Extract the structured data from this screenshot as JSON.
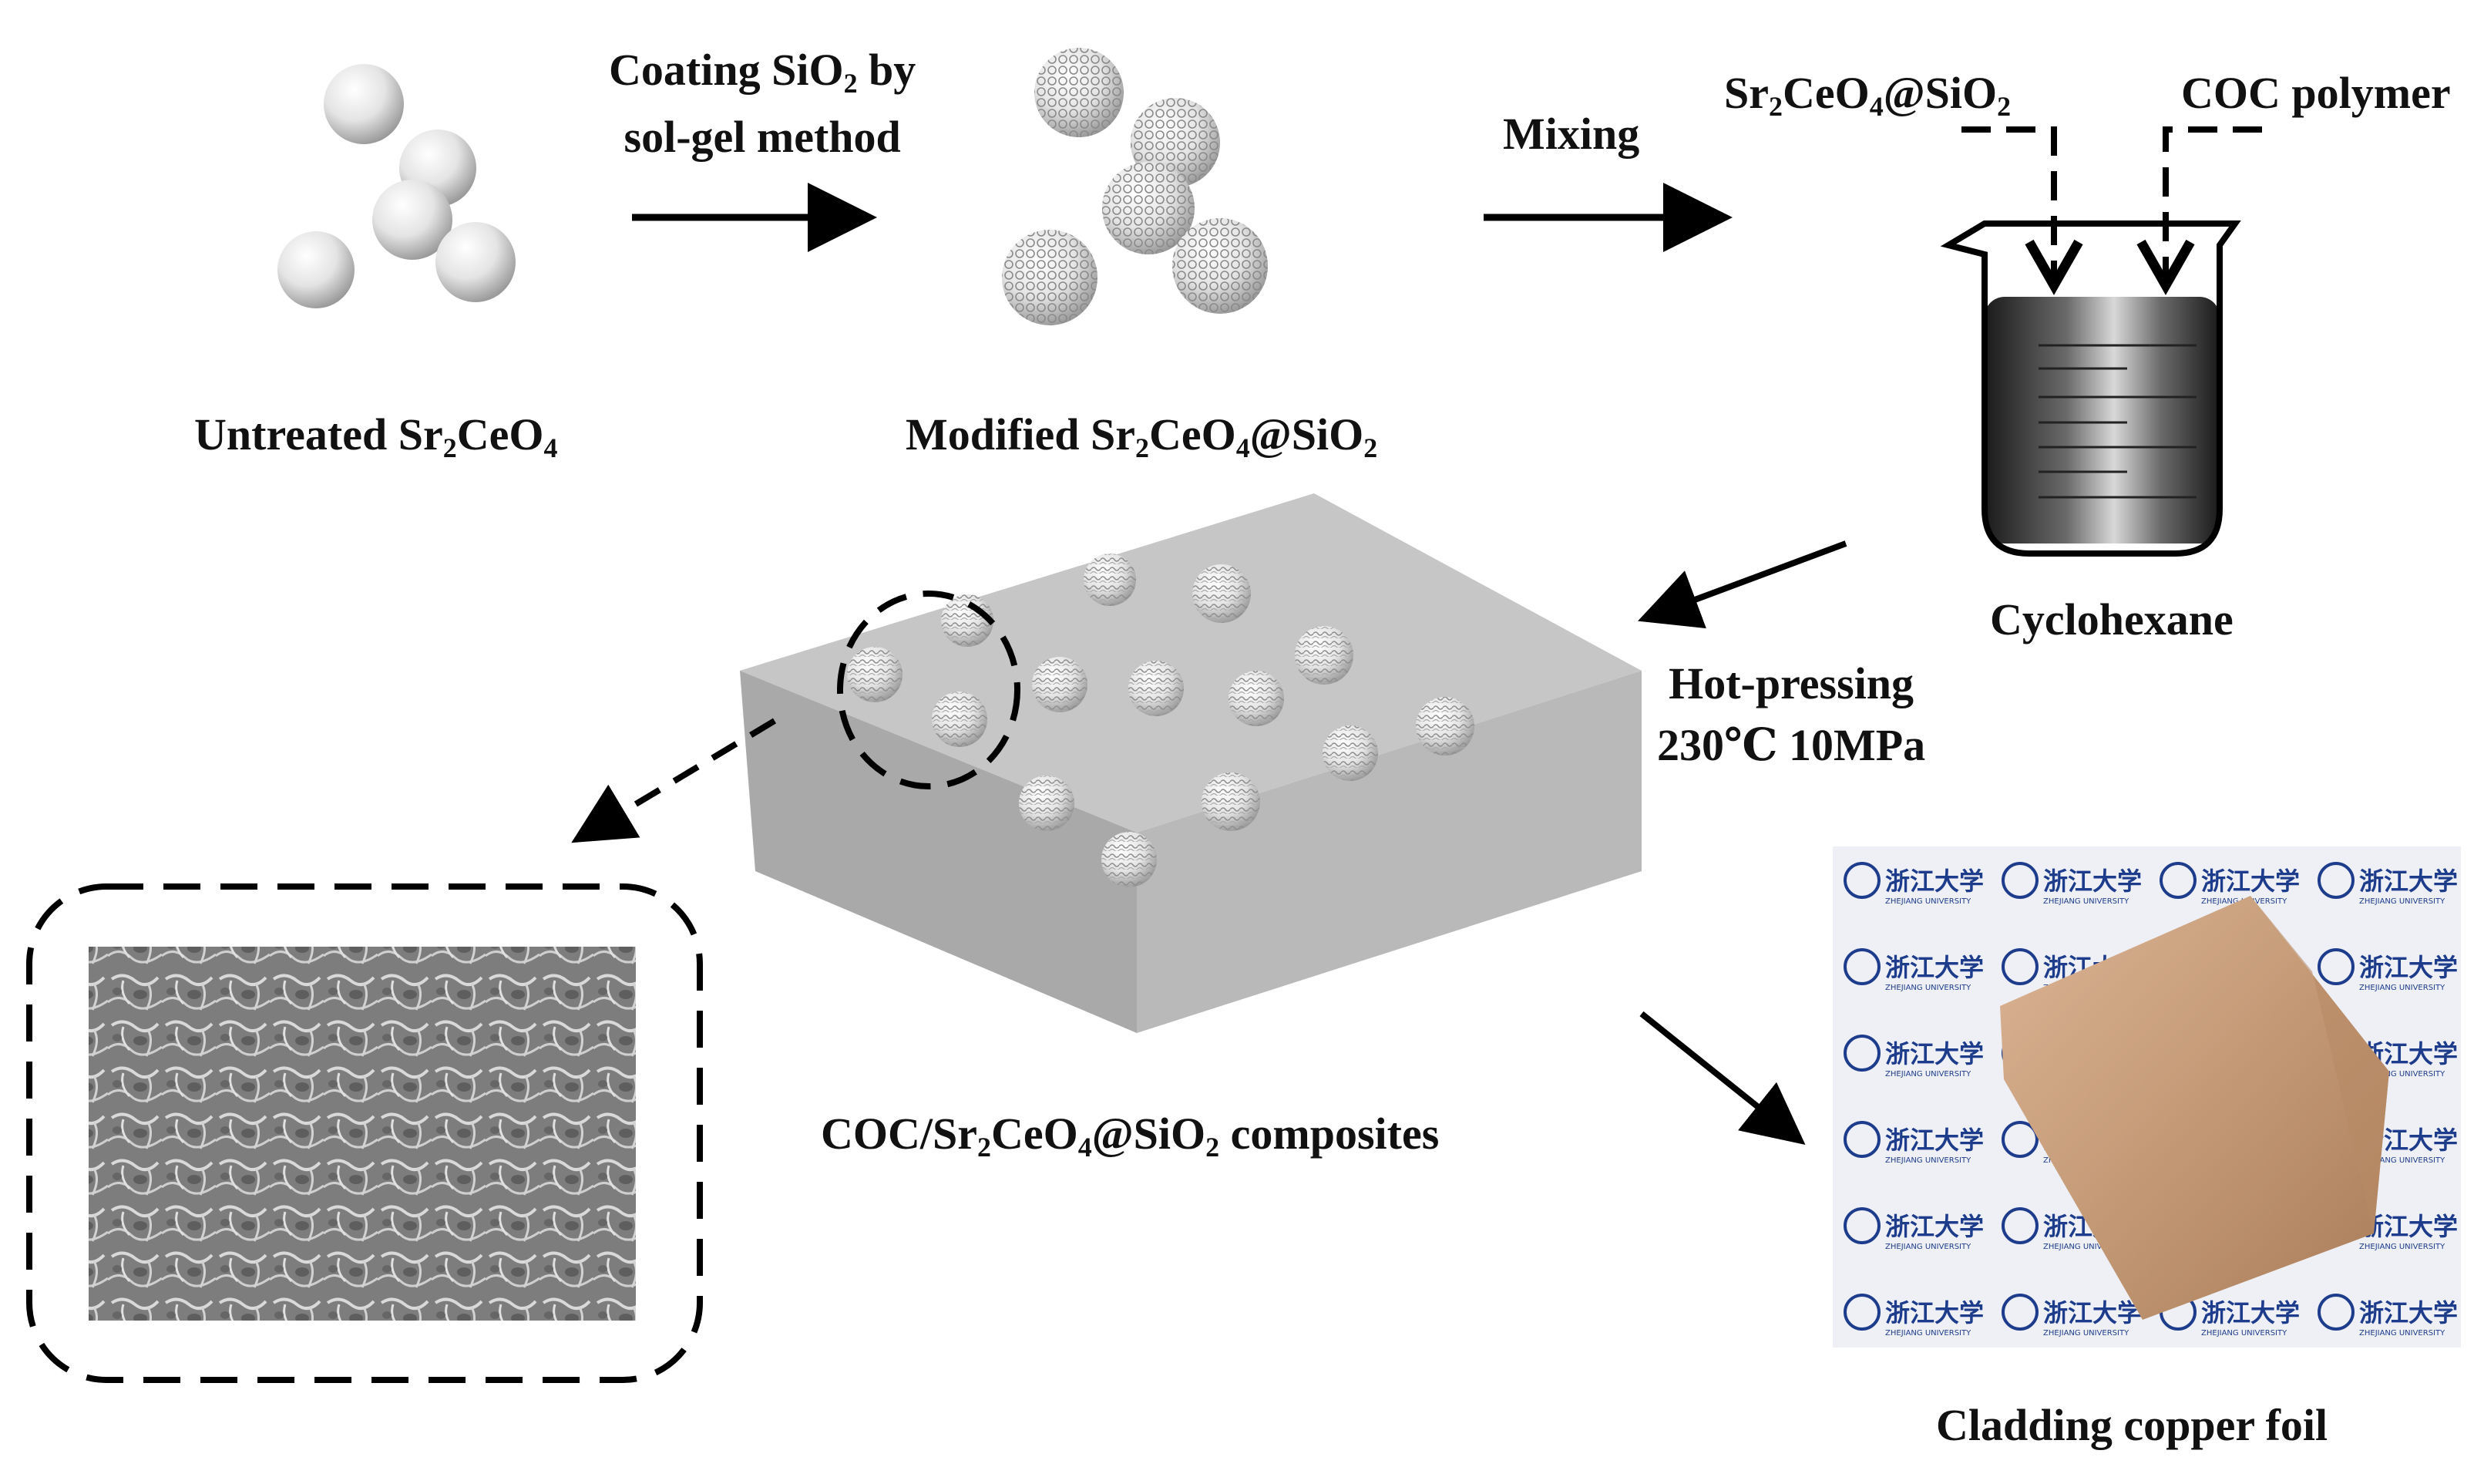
{
  "steps": {
    "untreated": {
      "name": "Untreated Sr",
      "sub1": "2",
      "mid": "CeO",
      "sub2": "4"
    },
    "coating": {
      "line1_pre": "Coating SiO",
      "line1_sub": "2",
      "line1_post": " by",
      "line2": "sol-gel method"
    },
    "modified": {
      "pre": "Modified Sr",
      "sub1": "2",
      "mid": "CeO",
      "sub2": "4",
      "post": "@SiO",
      "sub3": "2"
    },
    "mixing": "Mixing",
    "beaker_in1": {
      "pre": "Sr",
      "sub1": "2",
      "mid": "CeO",
      "sub2": "4",
      "post": "@SiO",
      "sub3": "2"
    },
    "beaker_in2": "COC polymer",
    "solvent": "Cyclohexane",
    "hotpress": {
      "line1": "Hot-pressing",
      "line2": "230℃ 10MPa"
    },
    "composite": {
      "pre": "COC/Sr",
      "sub1": "2",
      "mid": "CeO",
      "sub2": "4",
      "post": "@SiO",
      "sub3": "2",
      "tail": " composites"
    },
    "cladding": "Cladding copper foil"
  },
  "photo": {
    "watermark_text": "浙江大学",
    "watermark_sub": "ZHEJIANG UNIVERSITY"
  },
  "colors": {
    "copper": "#c49a76",
    "watermark_blue": "#1e3c8c",
    "plate": "#bdbdbd",
    "sem": "#8c8c8c"
  }
}
